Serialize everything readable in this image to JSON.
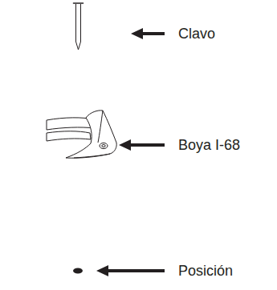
{
  "diagram": {
    "labels": [
      "Clavo",
      "Boya I-68",
      "Posición"
    ]
  }
}
